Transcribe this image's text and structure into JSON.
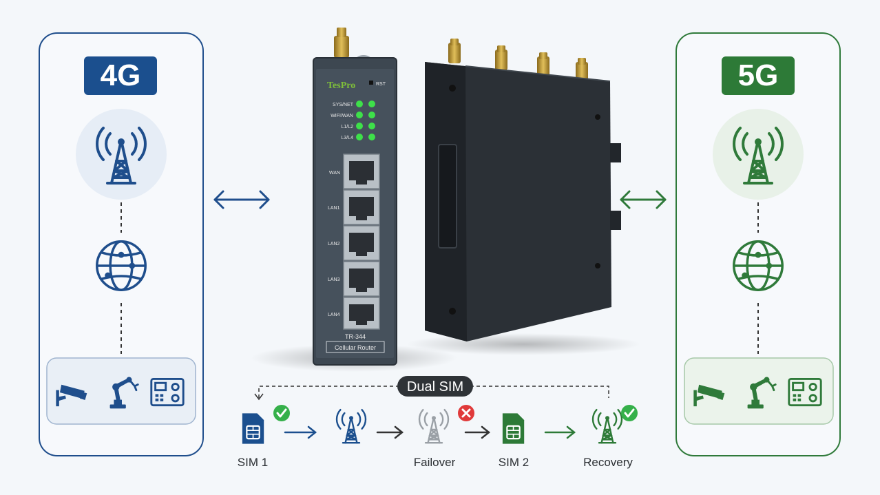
{
  "left_panel": {
    "badge": "4G",
    "color": "#1f4e8c",
    "badge_color": "#1b4f8e",
    "icons": [
      "cell-tower-icon",
      "globe-icon",
      "security-camera-icon",
      "robot-arm-icon",
      "control-panel-icon"
    ]
  },
  "right_panel": {
    "badge": "5G",
    "color": "#2f7a3a",
    "badge_color": "#2d7a37",
    "icons": [
      "cell-tower-icon",
      "globe-icon",
      "security-camera-icon",
      "robot-arm-icon",
      "control-panel-icon"
    ]
  },
  "router_front": {
    "brand": "TesPro",
    "rst_label": "RST",
    "led_labels": [
      "SYS/NET",
      "WIFI/WAN",
      "L1/L2",
      "L3/L4"
    ],
    "led_color": "#3ee04a",
    "port_labels": [
      "WAN",
      "LAN1",
      "LAN2",
      "LAN3",
      "LAN4"
    ],
    "model": "TR-344",
    "type": "Cellular Router"
  },
  "dual_sim": {
    "title": "Dual SIM",
    "steps": {
      "sim1": "SIM 1",
      "failover": "Failover",
      "sim2": "SIM 2",
      "recovery": "Recovery"
    },
    "ok_color": "#35b04a",
    "fail_color": "#e03a3a"
  }
}
